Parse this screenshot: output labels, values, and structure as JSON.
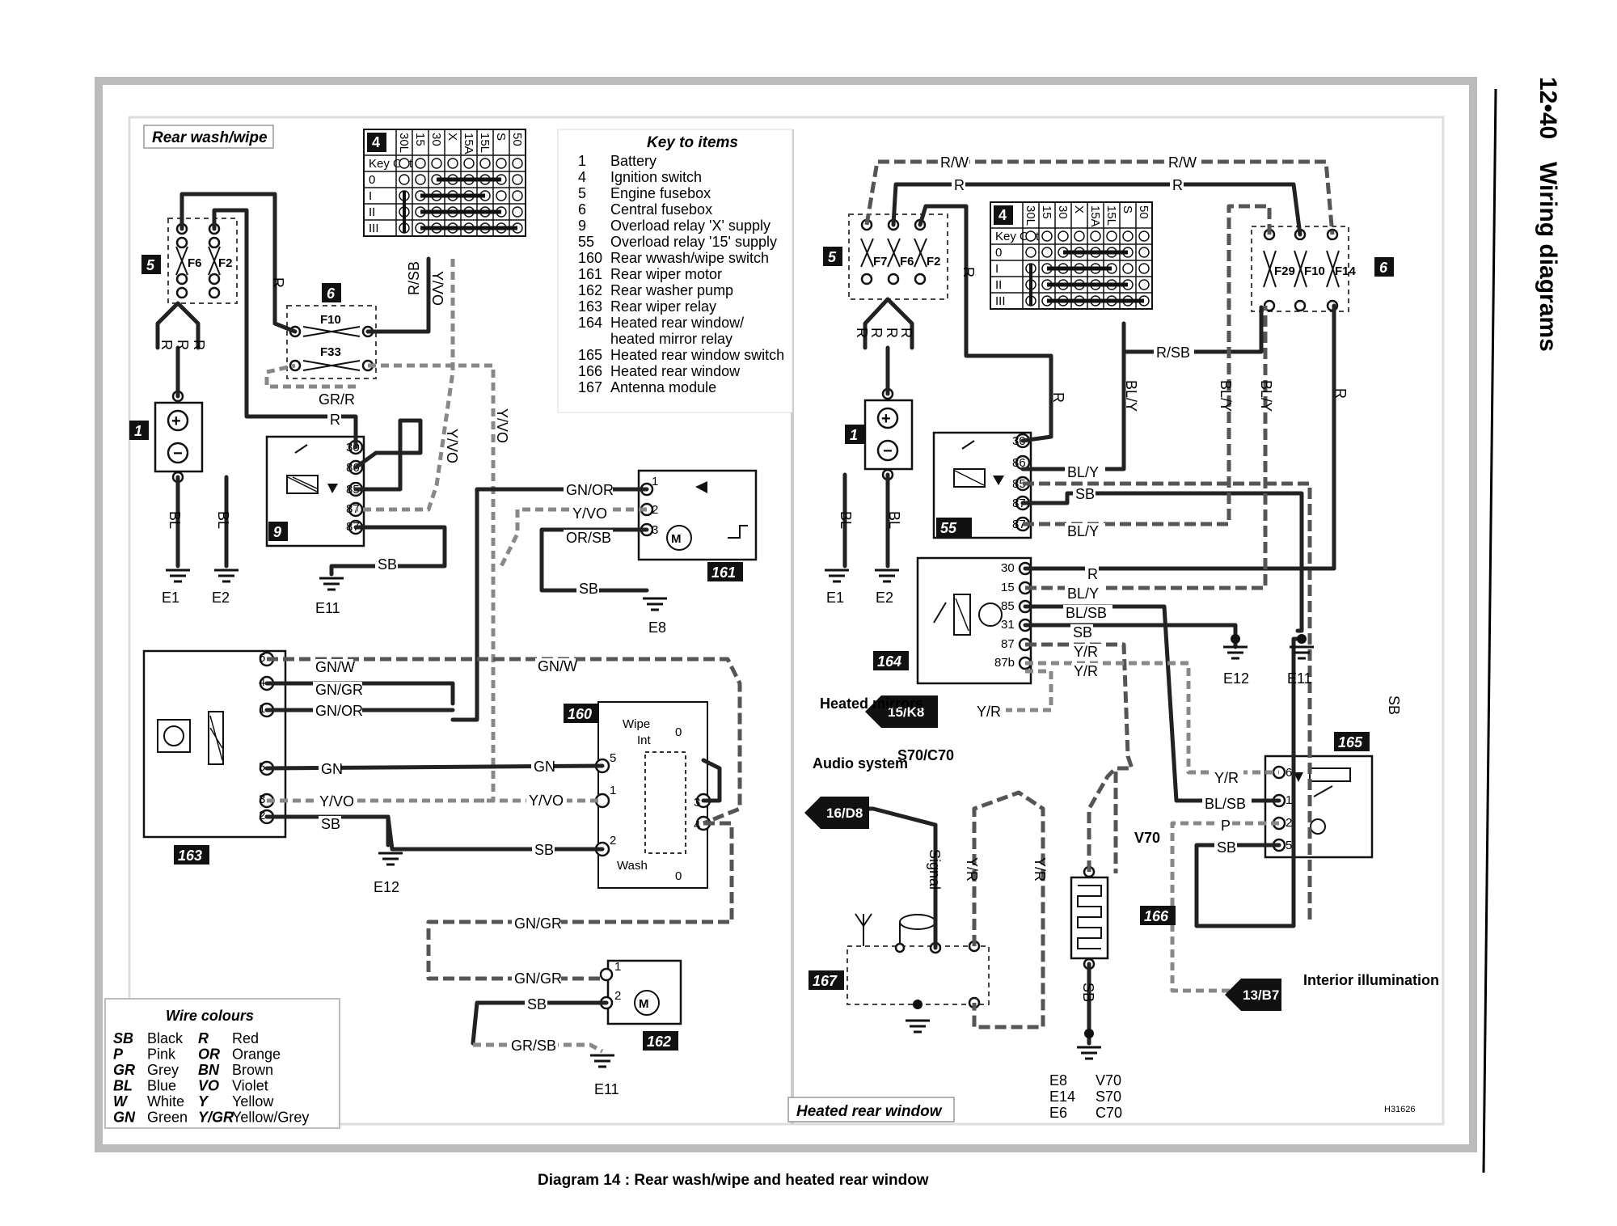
{
  "page_header": {
    "page_number": "12•40",
    "section": "Wiring diagrams"
  },
  "caption": "Diagram 14 : Rear wash/wipe and heated rear window",
  "left_panel": {
    "title": "Rear wash/wipe"
  },
  "right_panel": {
    "title": "Heated rear window"
  },
  "drawing_ref": "H31626",
  "key": {
    "title": "Key to items",
    "items": [
      {
        "num": "1",
        "label": "Battery"
      },
      {
        "num": "4",
        "label": "Ignition switch"
      },
      {
        "num": "5",
        "label": "Engine fusebox"
      },
      {
        "num": "6",
        "label": "Central fusebox"
      },
      {
        "num": "9",
        "label": "Overload relay 'X' supply"
      },
      {
        "num": "55",
        "label": "Overload relay '15' supply"
      },
      {
        "num": "160",
        "label": "Rear wwash/wipe switch"
      },
      {
        "num": "161",
        "label": "Rear wiper motor"
      },
      {
        "num": "162",
        "label": "Rear washer pump"
      },
      {
        "num": "163",
        "label": "Rear wiper relay"
      },
      {
        "num": "164",
        "label": "Heated rear window/\nheated mirror relay"
      },
      {
        "num": "165",
        "label": "Heated rear window switch"
      },
      {
        "num": "166",
        "label": "Heated rear window"
      },
      {
        "num": "167",
        "label": "Antenna module"
      }
    ]
  },
  "wire_colours": {
    "title": "Wire colours",
    "entries": [
      {
        "code": "SB",
        "name": "Black"
      },
      {
        "code": "R",
        "name": "Red"
      },
      {
        "code": "P",
        "name": "Pink"
      },
      {
        "code": "OR",
        "name": "Orange"
      },
      {
        "code": "GR",
        "name": "Grey"
      },
      {
        "code": "BN",
        "name": "Brown"
      },
      {
        "code": "BL",
        "name": "Blue"
      },
      {
        "code": "VO",
        "name": "Violet"
      },
      {
        "code": "W",
        "name": "White"
      },
      {
        "code": "Y",
        "name": "Yellow"
      },
      {
        "code": "GN",
        "name": "Green"
      },
      {
        "code": "Y/GR",
        "name": "Yellow/Grey"
      }
    ]
  },
  "ignition_table": {
    "columns": [
      "30L",
      "15",
      "30",
      "X",
      "15A",
      "15L",
      "S",
      "50"
    ],
    "rows": [
      "Key Out",
      "0",
      "I",
      "II",
      "III"
    ]
  },
  "components": {
    "c1": "1",
    "c4": "4",
    "c5": "5",
    "c6": "6",
    "c9": "9",
    "c55": "55",
    "c160": "160",
    "c161": "161",
    "c162": "162",
    "c163": "163",
    "c164": "164",
    "c165": "165",
    "c166": "166",
    "c167": "167"
  },
  "fuses": {
    "f6": "F6",
    "f2": "F2",
    "f7": "F7",
    "f10": "F10",
    "f33": "F33",
    "f29": "F29",
    "f14": "F14"
  },
  "grounds": {
    "e1": "E1",
    "e2": "E2",
    "e8": "E8",
    "e11": "E11",
    "e12": "E12"
  },
  "connectors": {
    "heated_mirrors": {
      "ref": "15/K8",
      "label": "Heated\nmirrors"
    },
    "audio_system": {
      "ref": "16/D8",
      "label": "Audio\nsystem"
    },
    "interior_illumination": {
      "ref": "13/B7",
      "label": "Interior\nillumination"
    }
  },
  "splices_label": "S70/C70",
  "splice_v70": "V70",
  "signal_label": "Signal",
  "ground_note": [
    {
      "e": "E8",
      "v": "V70"
    },
    {
      "e": "E14",
      "v": "S70"
    },
    {
      "e": "E6",
      "v": "C70"
    }
  ],
  "switch160": {
    "wipe": "Wipe",
    "int": "Int",
    "wash": "Wash",
    "zero": "0"
  },
  "wires": {
    "R": "R",
    "RSB": "R/SB",
    "YVO": "Y/VO",
    "GRR": "GR/R",
    "SB": "SB",
    "BL": "BL",
    "GNOR": "GN/OR",
    "ORSB": "OR/SB",
    "GNW": "GN/W",
    "GNGR": "GN/GR",
    "GN": "GN",
    "GRSB": "GR/SB",
    "RW": "R/W",
    "BLY": "BL/Y",
    "BLSB": "BL/SB",
    "YR": "Y/R",
    "P": "P"
  },
  "pins": {
    "p30": "30",
    "p86": "86",
    "p85": "85",
    "p87": "87",
    "p15": "15",
    "p31": "31",
    "p87b": "87b",
    "n1": "1",
    "n2": "2",
    "n3": "3",
    "n4": "4",
    "n5": "5",
    "n6": "6"
  }
}
